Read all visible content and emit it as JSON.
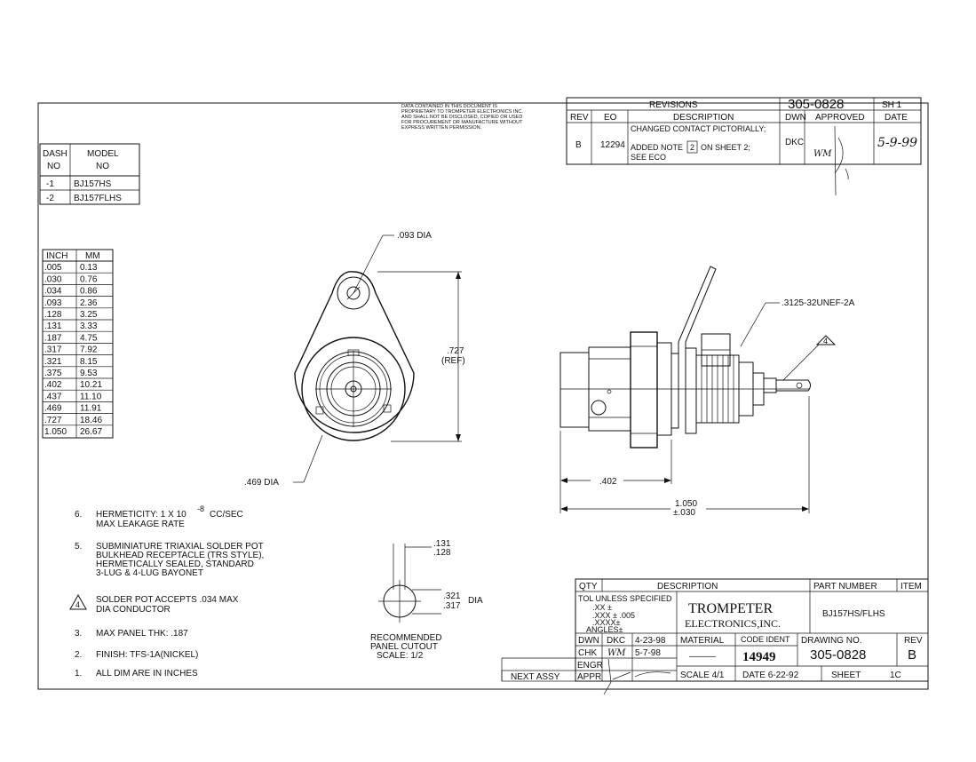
{
  "header": {
    "drawing_number_top": "305-0828",
    "sheet_top": "SH 1",
    "proprietary_notice": [
      "DATA CONTAINED IN THIS DOCUMENT IS",
      "PROPRIETARY TO TROMPETER ELECTRONICS INC.",
      "AND SHALL NOT BE DISCLOSED, COPIED OR USED",
      "FOR PROCUREMENT OR MANUFACTURE WITHOUT",
      "EXPRESS WRITTEN PERMISSION."
    ]
  },
  "revisions": {
    "title": "REVISIONS",
    "headers": [
      "REV",
      "EO",
      "DESCRIPTION",
      "DWN",
      "APPROVED",
      "DATE"
    ],
    "row": {
      "rev": "B",
      "eo": "12294",
      "desc_line1": "CHANGED CONTACT PICTORIALLY;",
      "desc_line2a": "ADDED NOTE",
      "note_box": "2",
      "desc_line2b": "ON SHEET 2;",
      "desc_line3": "SEE ECO",
      "dwn": "DKC",
      "approved": "WM",
      "date": "5-9-99"
    }
  },
  "dash_table": {
    "headers": [
      "DASH NO",
      "MODEL NO"
    ],
    "rows": [
      {
        "dash": "-1",
        "model": "BJ157HS"
      },
      {
        "dash": "-2",
        "model": "BJ157FLHS"
      }
    ]
  },
  "conversion_table": {
    "headers": [
      "INCH",
      "MM"
    ],
    "rows": [
      [
        ".005",
        "0.13"
      ],
      [
        ".030",
        "0.76"
      ],
      [
        ".034",
        "0.86"
      ],
      [
        ".093",
        "2.36"
      ],
      [
        ".128",
        "3.25"
      ],
      [
        ".131",
        "3.33"
      ],
      [
        ".187",
        "4.75"
      ],
      [
        ".317",
        "7.92"
      ],
      [
        ".321",
        "8.15"
      ],
      [
        ".375",
        "9.53"
      ],
      [
        ".402",
        "10.21"
      ],
      [
        ".437",
        "11.10"
      ],
      [
        ".469",
        "11.91"
      ],
      [
        ".727",
        "18.46"
      ],
      [
        "1.050",
        "26.67"
      ]
    ]
  },
  "dimensions": {
    "hole_dia": ".093 DIA",
    "height": ".727",
    "height_ref": "(REF)",
    "body_dia": ".469 DIA",
    "thread": ".3125-32UNEF-2A",
    "flag_note": "4",
    "length_a": ".402",
    "length_total": "1.050",
    "length_tol": "±.030",
    "cutout_top1": ".131",
    "cutout_top2": ".128",
    "cutout_dia1": ".321",
    "cutout_dia2": ".317",
    "cutout_dia_label": "DIA",
    "cutout_caption": [
      "RECOMMENDED",
      "PANEL CUTOUT",
      "SCALE: 1/2"
    ]
  },
  "notes": {
    "n6_num": "6.",
    "n6_line1": "HERMETICITY: 1 X 10",
    "n6_exp": "-8",
    "n6_line1b": "CC/SEC",
    "n6_line2": "MAX LEAKAGE RATE",
    "n5_num": "5.",
    "n5_lines": [
      "SUBMINIATURE TRIAXIAL SOLDER POT",
      "BULKHEAD RECEPTACLE (TRS STYLE),",
      "HERMETICALLY SEALED, STANDARD",
      "3-LUG & 4-LUG BAYONET"
    ],
    "n4_num": "4",
    "n4_lines": [
      "SOLDER POT ACCEPTS .034 MAX",
      "DIA CONDUCTOR"
    ],
    "n3_num": "3.",
    "n3": "MAX PANEL THK: .187",
    "n2_num": "2.",
    "n2": "FINISH: TFS-1A(NICKEL)",
    "n1_num": "1.",
    "n1": "ALL DIM ARE IN INCHES"
  },
  "title_block": {
    "qty": "QTY",
    "description": "DESCRIPTION",
    "part_number_label": "PART NUMBER",
    "item": "ITEM",
    "tol_title": "TOL UNLESS SPECIFIED",
    "tol_xx": ".XX ±",
    "tol_xxx": ".XXX ± .005",
    "tol_xxxx": ".XXXX±",
    "tol_angles": "ANGLES±",
    "company1": "TROMPETER",
    "company2": "ELECTRONICS,INC.",
    "part_number": "BJ157HS/FLHS",
    "dwn_label": "DWN",
    "dwn_by": "DKC",
    "dwn_date": "4-23-98",
    "chk_label": "CHK",
    "chk_by": "WM",
    "chk_date": "5-7-98",
    "engr_label": "ENGR",
    "appr_label": "APPR",
    "material_label": "MATERIAL",
    "material": "———",
    "code_ident_label": "CODE IDENT",
    "code_ident": "14949",
    "drawing_no_label": "DRAWING NO.",
    "drawing_no": "305-0828",
    "rev_label": "REV",
    "rev": "B",
    "next_assy": "NEXT ASSY",
    "scale": "SCALE 4/1",
    "date": "DATE 6-22-92",
    "sheet_label": "SHEET",
    "sheet": "1C"
  }
}
